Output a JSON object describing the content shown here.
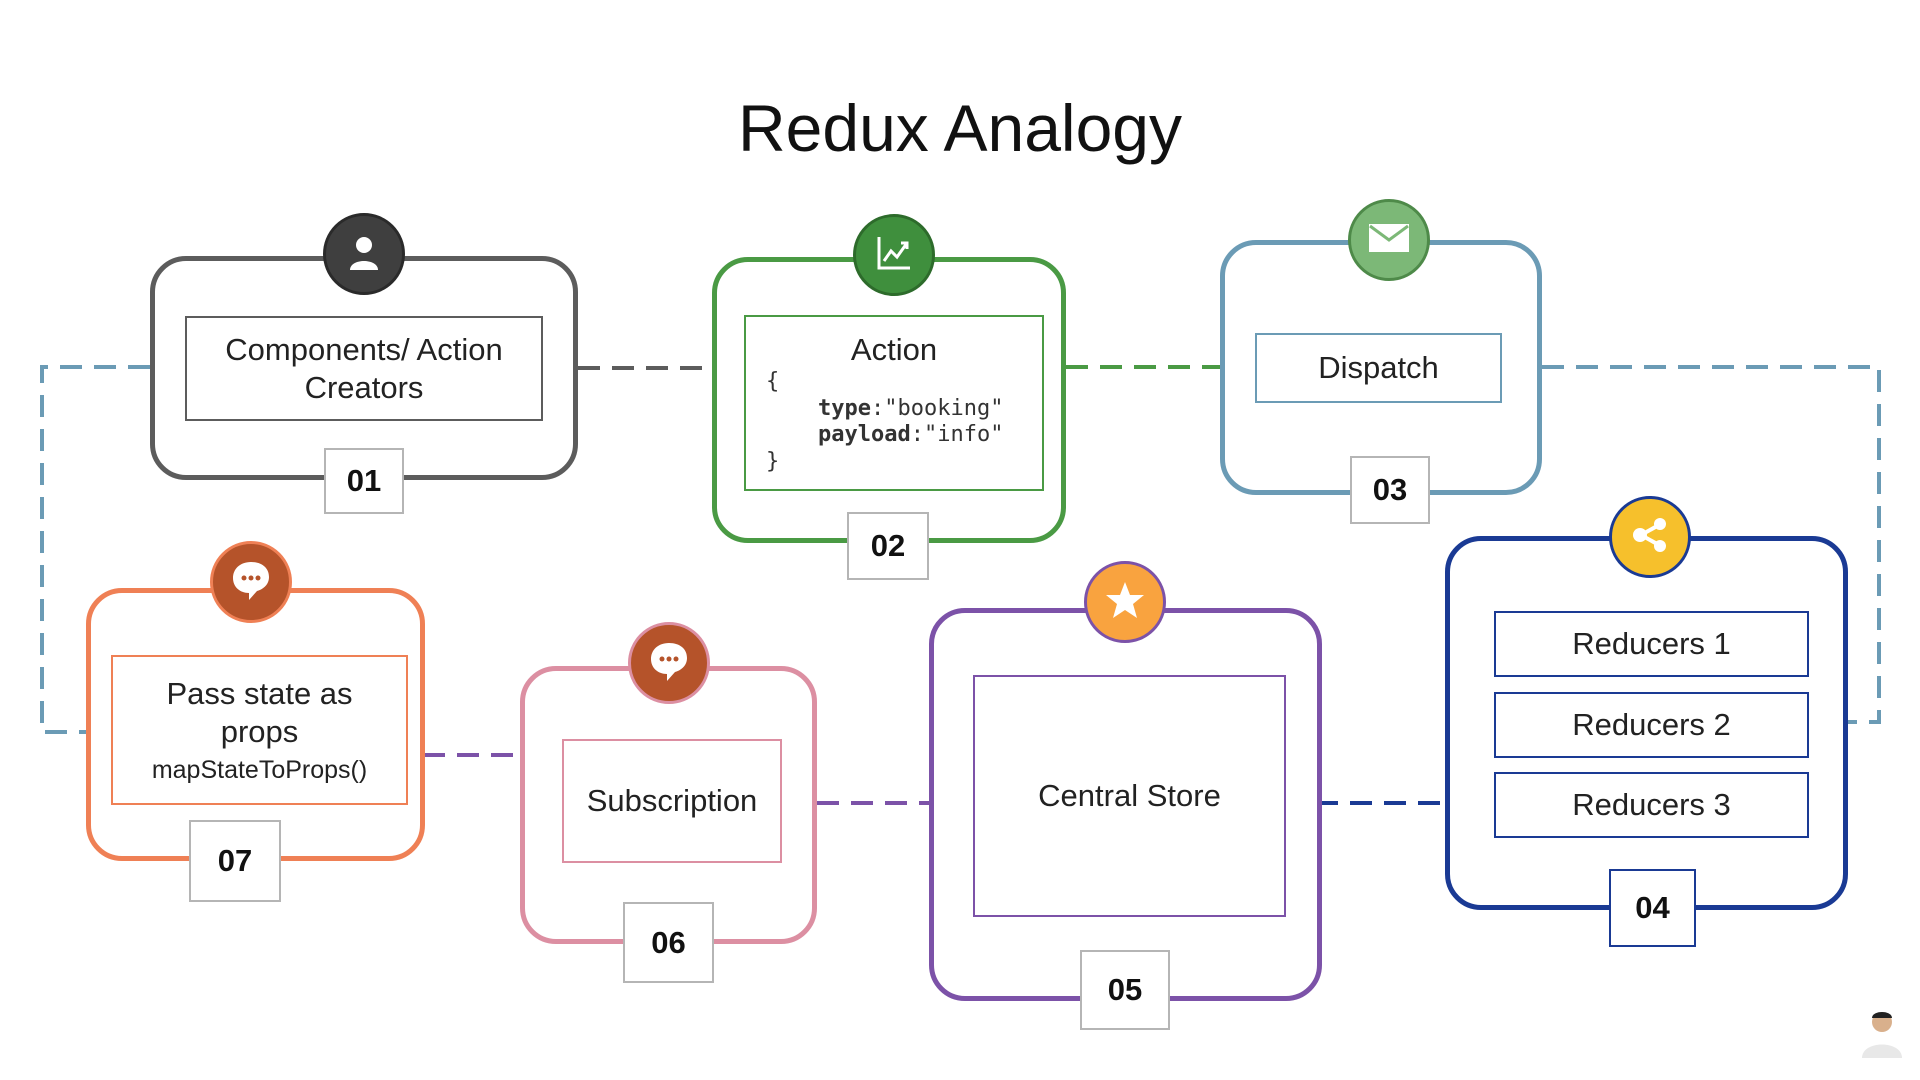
{
  "title": "Redux Analogy",
  "colors": {
    "step01": "#5c5c5c",
    "step02": "#4a9a44",
    "step03": "#6b9bb5",
    "step04": "#1a3a94",
    "step05": "#7c52a8",
    "step06": "#dc8fa2",
    "step07": "#ef8055"
  },
  "steps": {
    "s01": {
      "number": "01",
      "label": "Components/ Action Creators",
      "icon": "user-icon"
    },
    "s02": {
      "number": "02",
      "label": "Action",
      "icon": "chart-icon",
      "code": {
        "open": "{",
        "close": "}",
        "type_key": "type",
        "type_value": "\"booking\"",
        "payload_key": "payload",
        "payload_value": "\"info\"",
        "sep": ":"
      }
    },
    "s03": {
      "number": "03",
      "label": "Dispatch",
      "icon": "mail-icon"
    },
    "s04": {
      "number": "04",
      "items": [
        "Reducers 1",
        "Reducers 2",
        "Reducers 3"
      ],
      "icon": "share-icon"
    },
    "s05": {
      "number": "05",
      "label": "Central Store",
      "icon": "star-icon"
    },
    "s06": {
      "number": "06",
      "label": "Subscription",
      "icon": "chat-icon"
    },
    "s07": {
      "number": "07",
      "label": "Pass state as props",
      "sublabel": "mapStateToProps()",
      "icon": "chat-icon"
    }
  }
}
